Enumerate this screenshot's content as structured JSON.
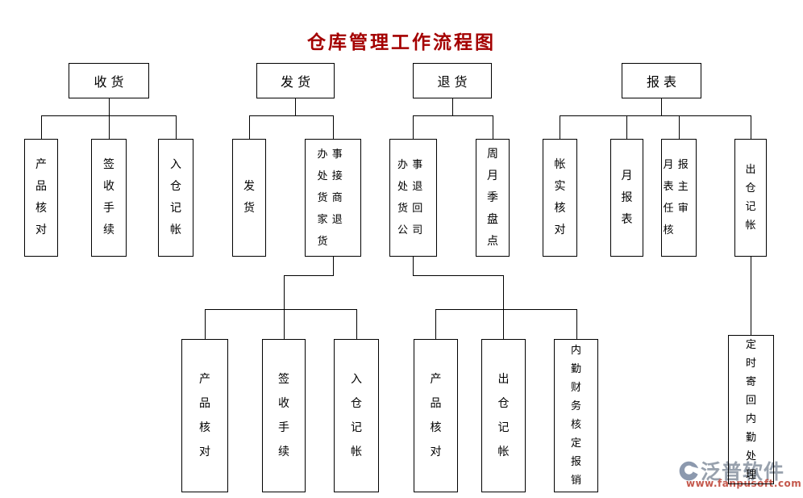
{
  "title": {
    "text": "仓库管理工作流程图",
    "color": "#a40000"
  },
  "nodes": {
    "shouhuo": "收货",
    "fahuo": "发货",
    "tuihuo": "退货",
    "baobiao": "报表",
    "shou_c1": "产品核对",
    "shou_c2": "签收手续",
    "shou_c3": "入仓 记帐",
    "fa_c1": "发  货",
    "fa_c2": "办事处接货商家退货",
    "tui_c1": "办事处退货回公司",
    "tui_c2": "周月季盘点",
    "bao_c1": "帐实核对",
    "bao_c2": "月报表",
    "bao_c3": "月报表主任审核",
    "bao_c4": "出仓  记帐",
    "fa_g1": "产品核对",
    "fa_g2": "签收手续",
    "fa_g3": "入仓 记帐",
    "tui_g1": "产品核对",
    "tui_g2": "出仓 记帐",
    "tui_g3": "内勤财务核定报销",
    "bao_g1": "定时寄回内勤处理"
  },
  "hierarchy": [
    {
      "label": "收货",
      "children": [
        {
          "label": "产品核对"
        },
        {
          "label": "签收手续"
        },
        {
          "label": "入仓记帐"
        }
      ]
    },
    {
      "label": "发货",
      "children": [
        {
          "label": "发货"
        },
        {
          "label": "办事处接货商家退货",
          "children": [
            {
              "label": "产品核对"
            },
            {
              "label": "签收手续"
            },
            {
              "label": "入仓记帐"
            }
          ]
        }
      ]
    },
    {
      "label": "退货",
      "children": [
        {
          "label": "办事处退货回公司",
          "children": [
            {
              "label": "产品核对"
            },
            {
              "label": "出仓记帐"
            },
            {
              "label": "内勤财务核定报销"
            }
          ]
        },
        {
          "label": "周月季盘点"
        }
      ]
    },
    {
      "label": "报表",
      "children": [
        {
          "label": "帐实核对"
        },
        {
          "label": "月报表"
        },
        {
          "label": "月报表主任审核"
        },
        {
          "label": "出仓记帐",
          "children": [
            {
              "label": "定时寄回内勤处理"
            }
          ]
        }
      ]
    }
  ],
  "watermark": {
    "logo": "fanpu-logo-icon",
    "brand": "泛普软件",
    "url": "www.fanpusoft.com",
    "brand_color": "#98a1ad",
    "url_color": "#c4584c"
  }
}
